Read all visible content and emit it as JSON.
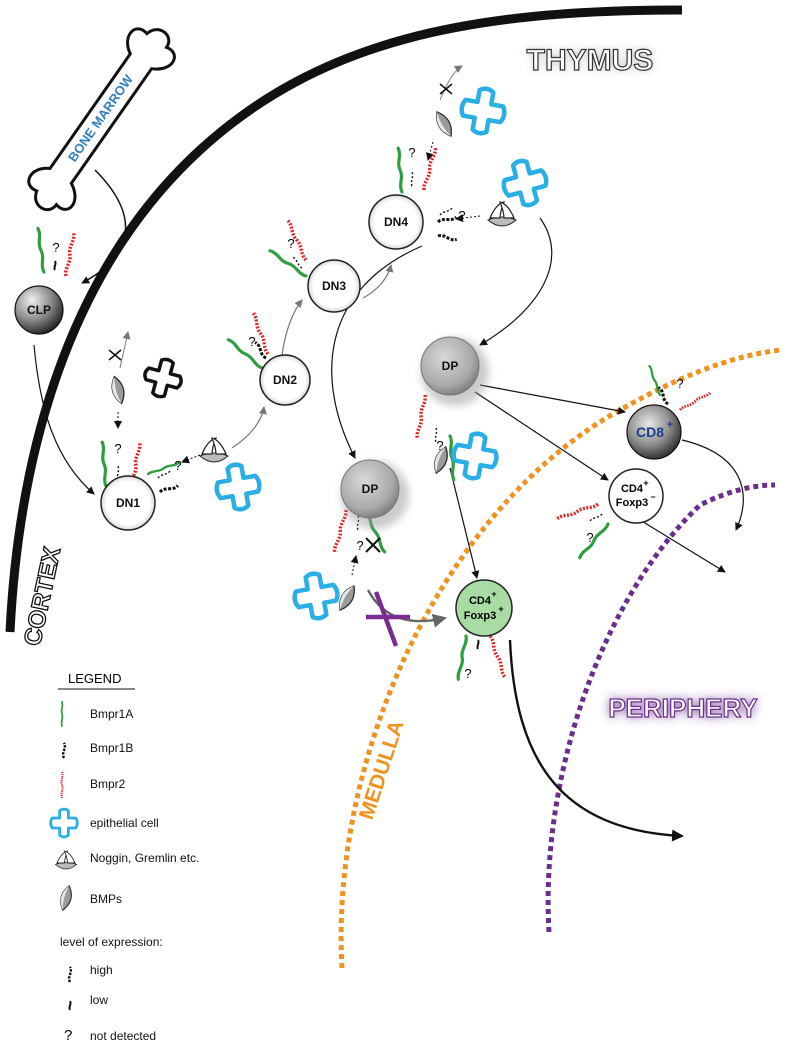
{
  "regions": {
    "thymus": "THYMUS",
    "cortex": "CORTEX",
    "medulla": "MEDULLA",
    "periphery": "PERIPHERY",
    "bone_marrow": "BONE MARROW"
  },
  "cells": {
    "clp": "CLP",
    "dn1": "DN1",
    "dn2": "DN2",
    "dn3": "DN3",
    "dn4": "DN4",
    "dp_top": "DP",
    "dp_bottom": "DP",
    "cd8": "CD8",
    "cd8_sup": "+",
    "cd4_neg_line1": "CD4",
    "cd4_neg_line1_sup": "+",
    "cd4_neg_line2": "Foxp3",
    "cd4_neg_line2_sup": "−",
    "cd4_pos_line1": "CD4",
    "cd4_pos_line1_sup": "+",
    "cd4_pos_line2": "Foxp3",
    "cd4_pos_line2_sup": "+"
  },
  "unknown_mark": "?",
  "legend": {
    "title": "LEGEND",
    "bmpr1a": "Bmpr1A",
    "bmpr1b": "Bmpr1B",
    "bmpr2": "Bmpr2",
    "epithelial": "epithelial cell",
    "noggin": "Noggin, Gremlin etc.",
    "bmps": "BMPs",
    "level_title": "level of expression:",
    "high": "high",
    "low": "low",
    "not_detected": "not detected"
  },
  "colors": {
    "bmpr1a": "#2e9e3e",
    "bmpr1b": "#111111",
    "bmpr2": "#e02828",
    "epithelial": "#29aee6",
    "medulla": "#f0921e",
    "periphery": "#6b2d8e",
    "bone_marrow_text": "#2f7fc1",
    "cd8_text": "#1a3f8a",
    "cd4_foxp3_cell": "#a8dca4"
  }
}
